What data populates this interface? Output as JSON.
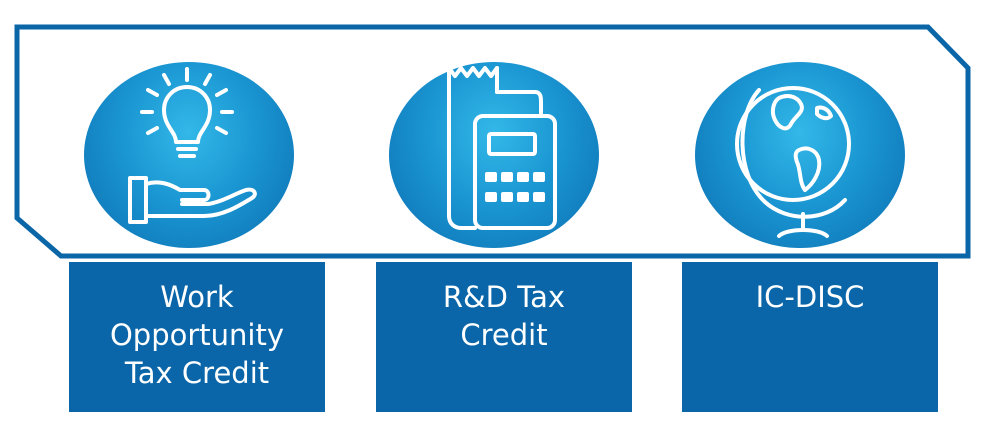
{
  "colors": {
    "frame": "#0b66a8",
    "card": "#0a66a8",
    "circle_light": "#33b8e8",
    "circle_dark": "#0c6db0",
    "icon": "#ffffff"
  },
  "items": [
    {
      "icon": "lightbulb-hand-icon",
      "label_lines": [
        "Work",
        "Opportunity",
        "Tax Credit"
      ]
    },
    {
      "icon": "receipt-calculator-icon",
      "label_lines": [
        "R&D Tax",
        "Credit"
      ]
    },
    {
      "icon": "globe-icon",
      "label_lines": [
        "IC-DISC"
      ]
    }
  ]
}
